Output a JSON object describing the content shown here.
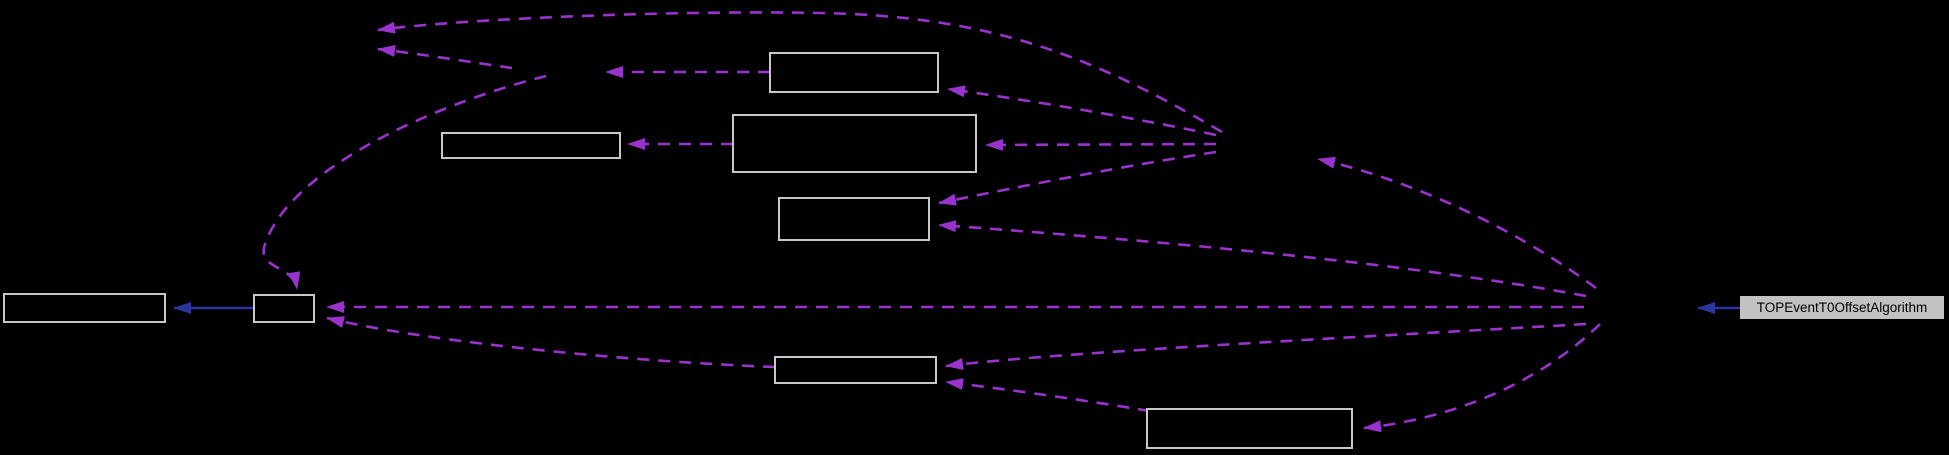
{
  "diagram": {
    "kind": "class-collaboration-graph",
    "highlighted_node": {
      "label": "TOPEventT0OffsetAlgorithm",
      "fill": "#c2c2c2",
      "text_color": "#000000"
    },
    "unlabeled_node_count": 8,
    "colors": {
      "background": "#000000",
      "node_border": "#c8c8c8",
      "dashed_edge": "#9a32cd",
      "solid_edge": "#2a35a0"
    }
  }
}
